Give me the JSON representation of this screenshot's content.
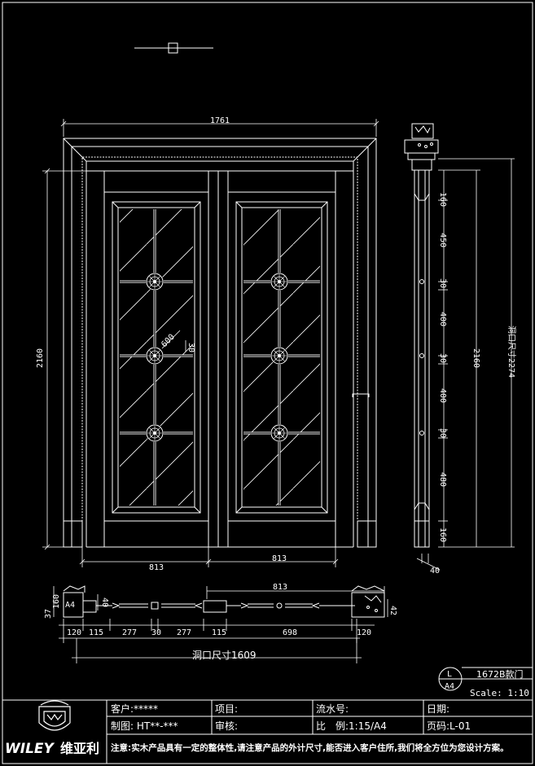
{
  "drawing": {
    "overall_width_label": "1761",
    "door_height_label": "2160",
    "right_height_label": "2160",
    "opening_height_label": "洞口尺寸2274",
    "leaf_width_labels": [
      "813",
      "813"
    ],
    "glass_bar_label": "600",
    "glass_bar_small_label": "30",
    "side_segments": [
      "160",
      "450",
      "30",
      "400",
      "30",
      "400",
      "30",
      "480",
      "160"
    ],
    "side_thickness_label": "40",
    "plan_leaf_label": "813",
    "plan_left_labels": [
      "37",
      "160",
      "A4"
    ],
    "plan_post_label": "40",
    "plan_right_label": "42",
    "plan_bottom_segments": [
      "120",
      "115",
      "277",
      "30",
      "277",
      "115",
      "698",
      "120"
    ],
    "opening_width_label": "洞口尺寸1609",
    "model_name": "1672B款门",
    "sheet_id_top": "L",
    "sheet_id_bottom": "A4",
    "scale_label": "Scale: 1:10"
  },
  "title_block": {
    "brand": "WILEY",
    "brand_cn": "维亚利",
    "client_label": "客户:*****",
    "project_label": "项目:",
    "flow_label": "流水号:",
    "date_label": "日期:",
    "drafter_label": "制图: HT**-***",
    "review_label": "审核:",
    "ratio_label": "比　例:1:15/A4",
    "page_label": "页码:L-01",
    "note": "注意:实木产品具有一定的整体性,请注意产品的外计尺寸,能否进入客户住所,我们将全方位为您设计方案。"
  },
  "colors": {
    "background": "#000000",
    "line": "#ffffff"
  }
}
